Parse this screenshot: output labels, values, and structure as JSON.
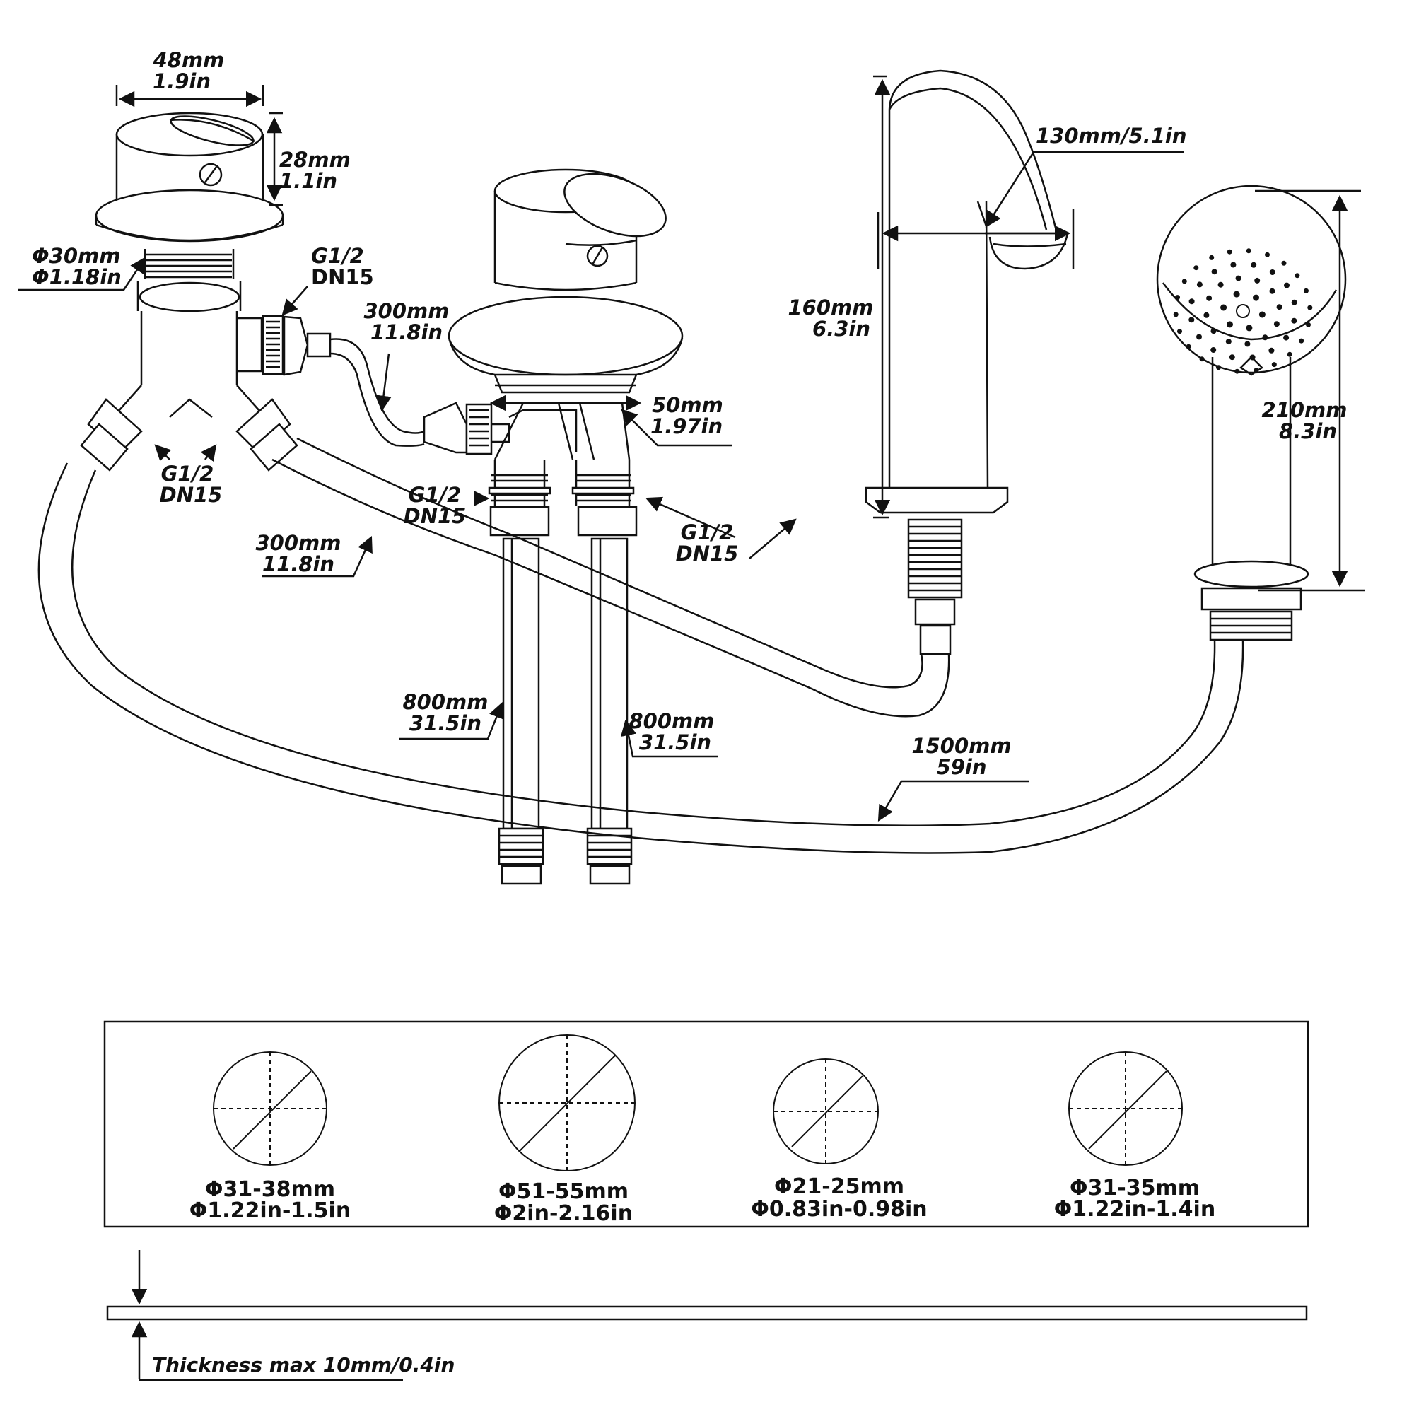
{
  "colors": {
    "line": "#111111",
    "background": "#ffffff"
  },
  "labels": {
    "valve_width": [
      "48mm",
      "1.9in"
    ],
    "valve_height": [
      "28mm",
      "1.1in"
    ],
    "valve_thread_dia": [
      "Φ30mm",
      "Φ1.18in"
    ],
    "diverter_port": [
      "G1/2",
      "DN15"
    ],
    "diverter_bottom_port": [
      "G1/2",
      "DN15"
    ],
    "hose_short_a": [
      "300mm",
      "11.8in"
    ],
    "hose_short_b": [
      "300mm",
      "11.8in"
    ],
    "mixer_base": [
      "50mm",
      "1.97in"
    ],
    "mixer_side_port": [
      "G1/2",
      "DN15"
    ],
    "mixer_supply_port": [
      "G1/2",
      "DN15"
    ],
    "supply_hose_left": [
      "800mm",
      "31.5in"
    ],
    "supply_hose_right": [
      "800mm",
      "31.5in"
    ],
    "spout_height": [
      "160mm",
      "6.3in"
    ],
    "spout_reach": "130mm/5.1in",
    "handshower_length": [
      "210mm",
      "8.3in"
    ],
    "shower_hose": [
      "1500mm",
      "59in"
    ]
  },
  "holes": [
    {
      "mm": "Φ31-38mm",
      "in": "Φ1.22in-1.5in"
    },
    {
      "mm": "Φ51-55mm",
      "in": "Φ2in-2.16in"
    },
    {
      "mm": "Φ21-25mm",
      "in": "Φ0.83in-0.98in"
    },
    {
      "mm": "Φ31-35mm",
      "in": "Φ1.22in-1.4in"
    }
  ],
  "thickness": "Thickness max 10mm/0.4in"
}
